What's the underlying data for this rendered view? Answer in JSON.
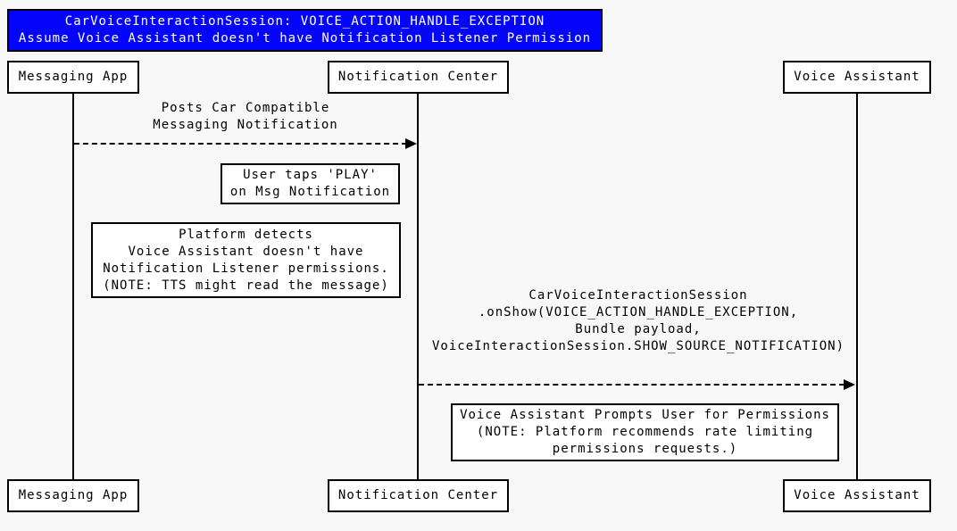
{
  "title": "CarVoiceInteractionSession: VOICE_ACTION_HANDLE_EXCEPTION\nAssume Voice Assistant doesn't have Notification Listener Permission",
  "colors": {
    "title_background": "#0404fa",
    "title_text": "#ffffff",
    "canvas_background": "#f8f8f8",
    "box_background": "#ffffff",
    "line_and_border": "#000000"
  },
  "diagram_type": "sequence",
  "actors": {
    "messaging_app": "Messaging App",
    "notification_center": "Notification Center",
    "voice_assistant": "Voice Assistant"
  },
  "messages": [
    {
      "from": "Messaging App",
      "to": "Notification Center",
      "label": "Posts Car Compatible\nMessaging Notification",
      "line_style": "dashed",
      "direction": "right"
    },
    {
      "from": "Notification Center",
      "to": "Voice Assistant",
      "label": "CarVoiceInteractionSession\n.onShow(VOICE_ACTION_HANDLE_EXCEPTION,\nBundle payload,\nVoiceInteractionSession.SHOW_SOURCE_NOTIFICATION)",
      "line_style": "dashed",
      "direction": "right"
    }
  ],
  "notes": [
    {
      "near": "Notification Center",
      "label": "User taps 'PLAY'\non Msg Notification"
    },
    {
      "near": "Messaging App",
      "label": "Platform detects\nVoice Assistant doesn't have\nNotification Listener permissions.\n(NOTE: TTS might read the message)"
    },
    {
      "near": "Voice Assistant",
      "label": "Voice Assistant Prompts User for Permissions\n(NOTE: Platform recommends rate limiting\npermissions requests.)"
    }
  ]
}
